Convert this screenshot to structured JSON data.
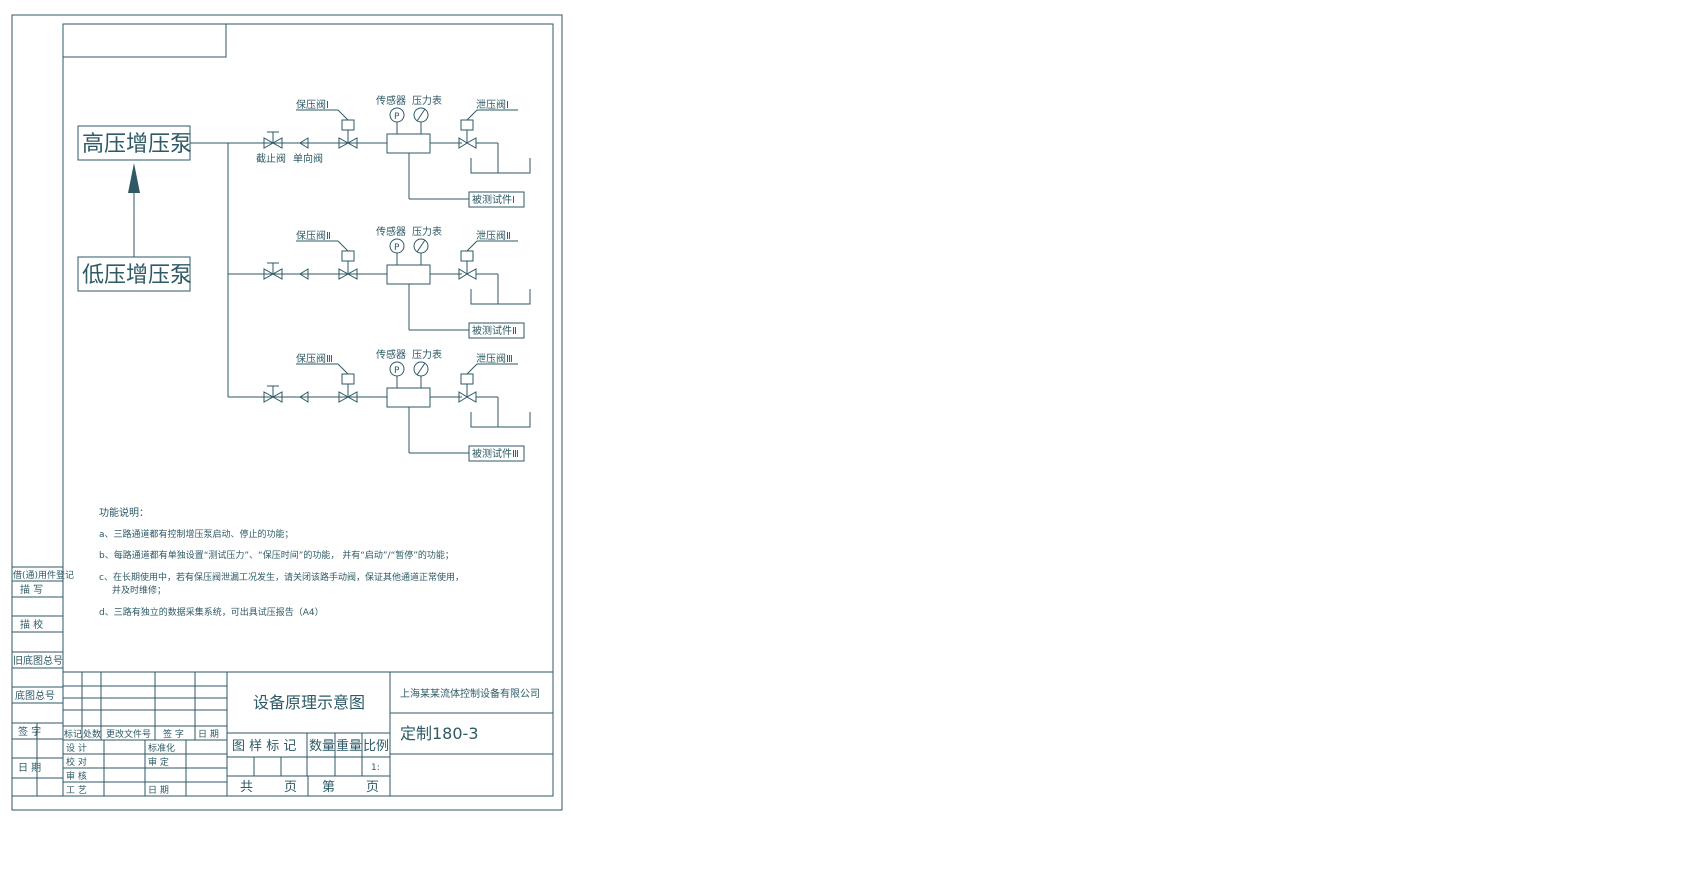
{
  "pumps": {
    "high": "高压增压泵",
    "low": "低压增压泵"
  },
  "channel_labels": {
    "sensor": "传感器",
    "gauge": "压力表",
    "sensor_symbol": "P",
    "stop_valve": "截止阀",
    "check_valve": "单向阀"
  },
  "channels": [
    {
      "hold_valve": "保压阀Ⅰ",
      "release_valve": "泄压阀Ⅰ",
      "specimen": "被测试件Ⅰ"
    },
    {
      "hold_valve": "保压阀Ⅱ",
      "release_valve": "泄压阀Ⅱ",
      "specimen": "被测试件Ⅱ"
    },
    {
      "hold_valve": "保压阀Ⅲ",
      "release_valve": "泄压阀Ⅲ",
      "specimen": "被测试件Ⅲ"
    }
  ],
  "notes": {
    "title": "功能说明：",
    "a": "a、三路通道都有控制增压泵启动、停止的功能；",
    "b": "b、每路通道都有单独设置“测试压力”、“保压时间”的功能， 并有“启动”/“暂停”的功能；",
    "c1": "c、在长期使用中，若有保压阀泄漏工况发生，请关闭该路手动阀，保证其他通道正常使用，",
    "c2": "并及时维修；",
    "d": "d、三路有独立的数据采集系统，可出具试压报告（A4）"
  },
  "side_labels": {
    "usage": "借(通)用件登记",
    "trace": "描 写",
    "check": "描 校",
    "old_no": "旧底图总号",
    "base_no": "底图总号",
    "sign": "签 字",
    "date": "日 期"
  },
  "title_block": {
    "drawing_name": "设备原理示意图",
    "company": "上海某某流体控制设备有限公司",
    "drawing_no": "定制180-3",
    "col_stage_mark": "图 样 标 记",
    "col_qty": "数量",
    "col_weight": "重量",
    "col_scale": "比例",
    "scale_value": "1:",
    "total": "共",
    "sheet": "第",
    "page": "页",
    "rev_headers": [
      "标记",
      "处数",
      "更改文件号",
      "签 字",
      "日 期"
    ],
    "roles_left": [
      "设 计",
      "校 对",
      "审 核",
      "工 艺"
    ],
    "roles_right": [
      "标准化",
      "审 定",
      "",
      "日 期"
    ]
  }
}
